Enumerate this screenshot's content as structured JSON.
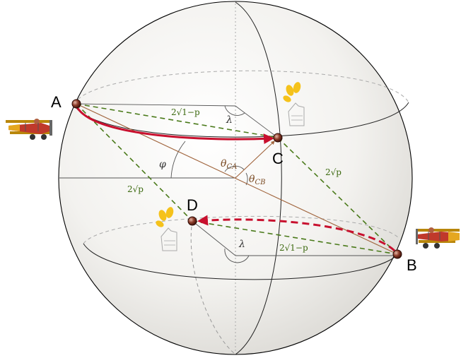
{
  "points": {
    "A": "A",
    "B": "B",
    "C": "C",
    "D": "D"
  },
  "distances": {
    "AC": "2√1−p",
    "DB": "2√1−p",
    "AD": "2√p",
    "CB": "2√p"
  },
  "angles": {
    "lambda_top": "λ",
    "lambda_bottom": "λ",
    "phi": "φ",
    "theta_ca": "θ",
    "theta_ca_sub": "CA",
    "theta_cb": "θ",
    "theta_cb_sub": "CB"
  },
  "colors": {
    "green_dashed": "#4a7a1a",
    "red_arrow": "#c8102e",
    "brown_line": "#a0643c",
    "point_fill": "#6a2a1a"
  },
  "icons": {
    "plane_left": "biplane-icon",
    "plane_right": "biplane-icon",
    "hand_c": "thumbs-up-hand-icon",
    "hand_d": "thumbs-up-hand-icon"
  }
}
